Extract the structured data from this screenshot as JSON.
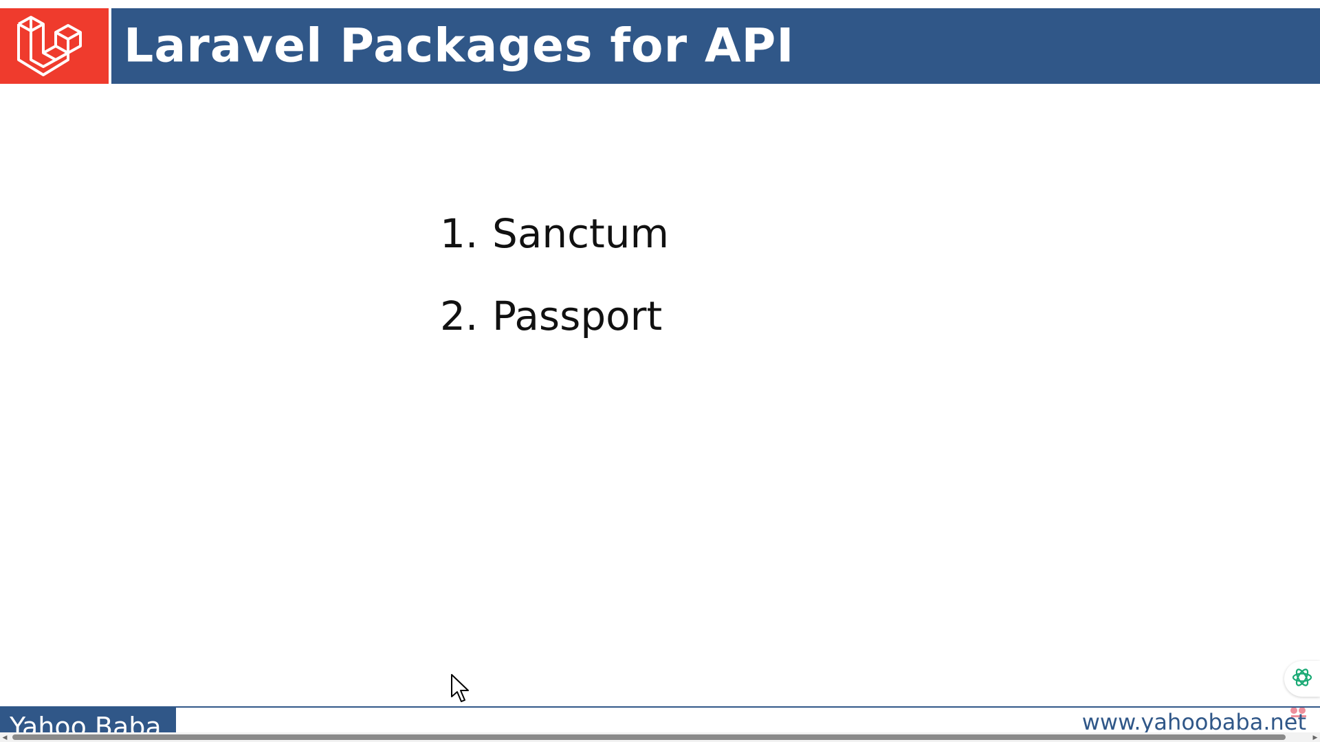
{
  "slide": {
    "title": "Laravel Packages for API",
    "items": [
      {
        "num": "1.",
        "label": "Sanctum"
      },
      {
        "num": "2.",
        "label": "Passport"
      }
    ]
  },
  "footer": {
    "brand": "Yahoo Baba",
    "url": "www.yahoobaba.net"
  },
  "colors": {
    "header_blue": "#305788",
    "logo_red": "#ef3b2d",
    "assistant_green": "#19a974"
  },
  "icons": {
    "logo": "laravel-logo-icon",
    "assistant": "assistant-icon",
    "cursor": "mouse-cursor-icon",
    "watermark": "yahoobaba-watermark-icon"
  }
}
